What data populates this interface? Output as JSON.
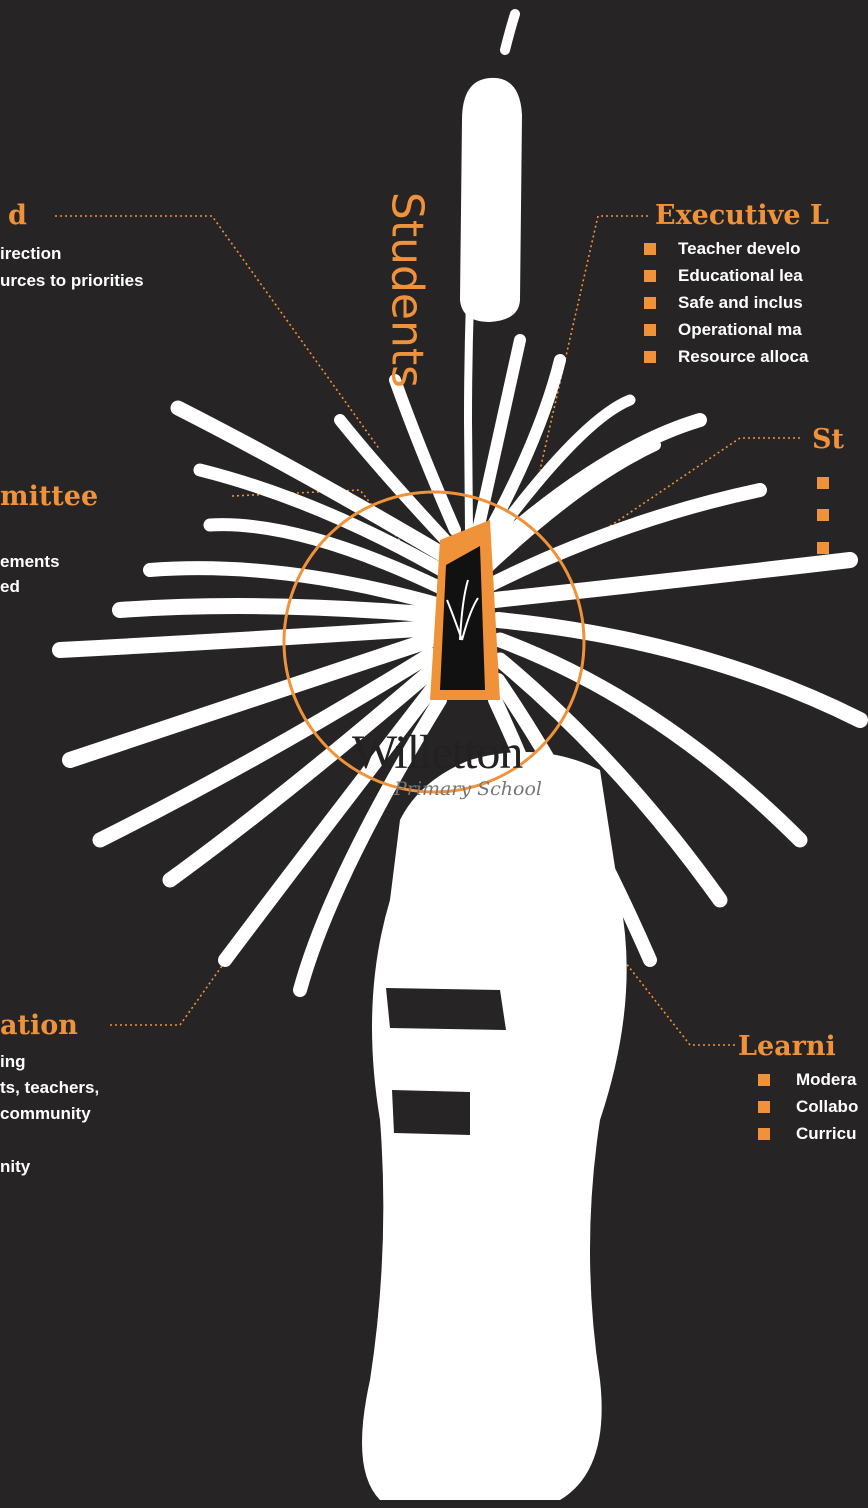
{
  "colors": {
    "background": "#262424",
    "accent": "#f0923a",
    "plant": "#ffffff"
  },
  "center_label": "Students",
  "logo": {
    "name": "Willetton",
    "subtitle": "Primary School"
  },
  "groups": [
    {
      "id": "board",
      "heading": "d",
      "items": [
        "irection",
        "urces to priorities"
      ]
    },
    {
      "id": "executive",
      "heading": "Executive L",
      "items": [
        "Teacher develo",
        "Educational lea",
        "Safe and inclus",
        "Operational ma",
        "Resource alloca"
      ]
    },
    {
      "id": "committee",
      "heading": "mittee",
      "items": [
        "ements",
        "ed"
      ]
    },
    {
      "id": "st",
      "heading": "St",
      "items": [
        "",
        "",
        ""
      ]
    },
    {
      "id": "association",
      "heading": "ation",
      "items": [
        "ing",
        "ts, teachers,",
        "community",
        "nity"
      ]
    },
    {
      "id": "learning",
      "heading": "Learni",
      "items": [
        "Modera",
        "Collabo",
        "Curricu"
      ]
    }
  ]
}
